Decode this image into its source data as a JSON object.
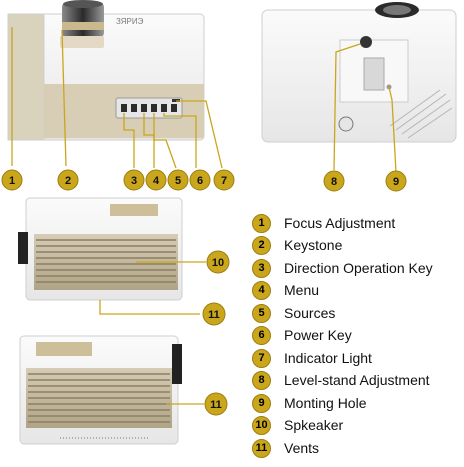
{
  "colors": {
    "badge": "#c9a61c",
    "leader": "#c9a61c",
    "projector_body": "#f2f2f2",
    "projector_vent": "#b8a98d"
  },
  "front_view": {
    "brand": "ЗЯРИЭ"
  },
  "callouts": {
    "c1": "1",
    "c2": "2",
    "c3": "3",
    "c4": "4",
    "c5": "5",
    "c6": "6",
    "c7": "7",
    "c8": "8",
    "c9": "9",
    "c10": "10",
    "c11a": "11",
    "c11b": "11"
  },
  "legend": [
    {
      "number": "1",
      "label": "Focus Adjustment"
    },
    {
      "number": "2",
      "label": "Keystone"
    },
    {
      "number": "3",
      "label": "Direction Operation Key"
    },
    {
      "number": "4",
      "label": "Menu"
    },
    {
      "number": "5",
      "label": "Sources"
    },
    {
      "number": "6",
      "label": "Power Key"
    },
    {
      "number": "7",
      "label": "Indicator Light"
    },
    {
      "number": "8",
      "label": "Level-stand Adjustment"
    },
    {
      "number": "9",
      "label": "Monting Hole"
    },
    {
      "number": "10",
      "label": "Spkeaker"
    },
    {
      "number": "11",
      "label": "Vents"
    }
  ]
}
